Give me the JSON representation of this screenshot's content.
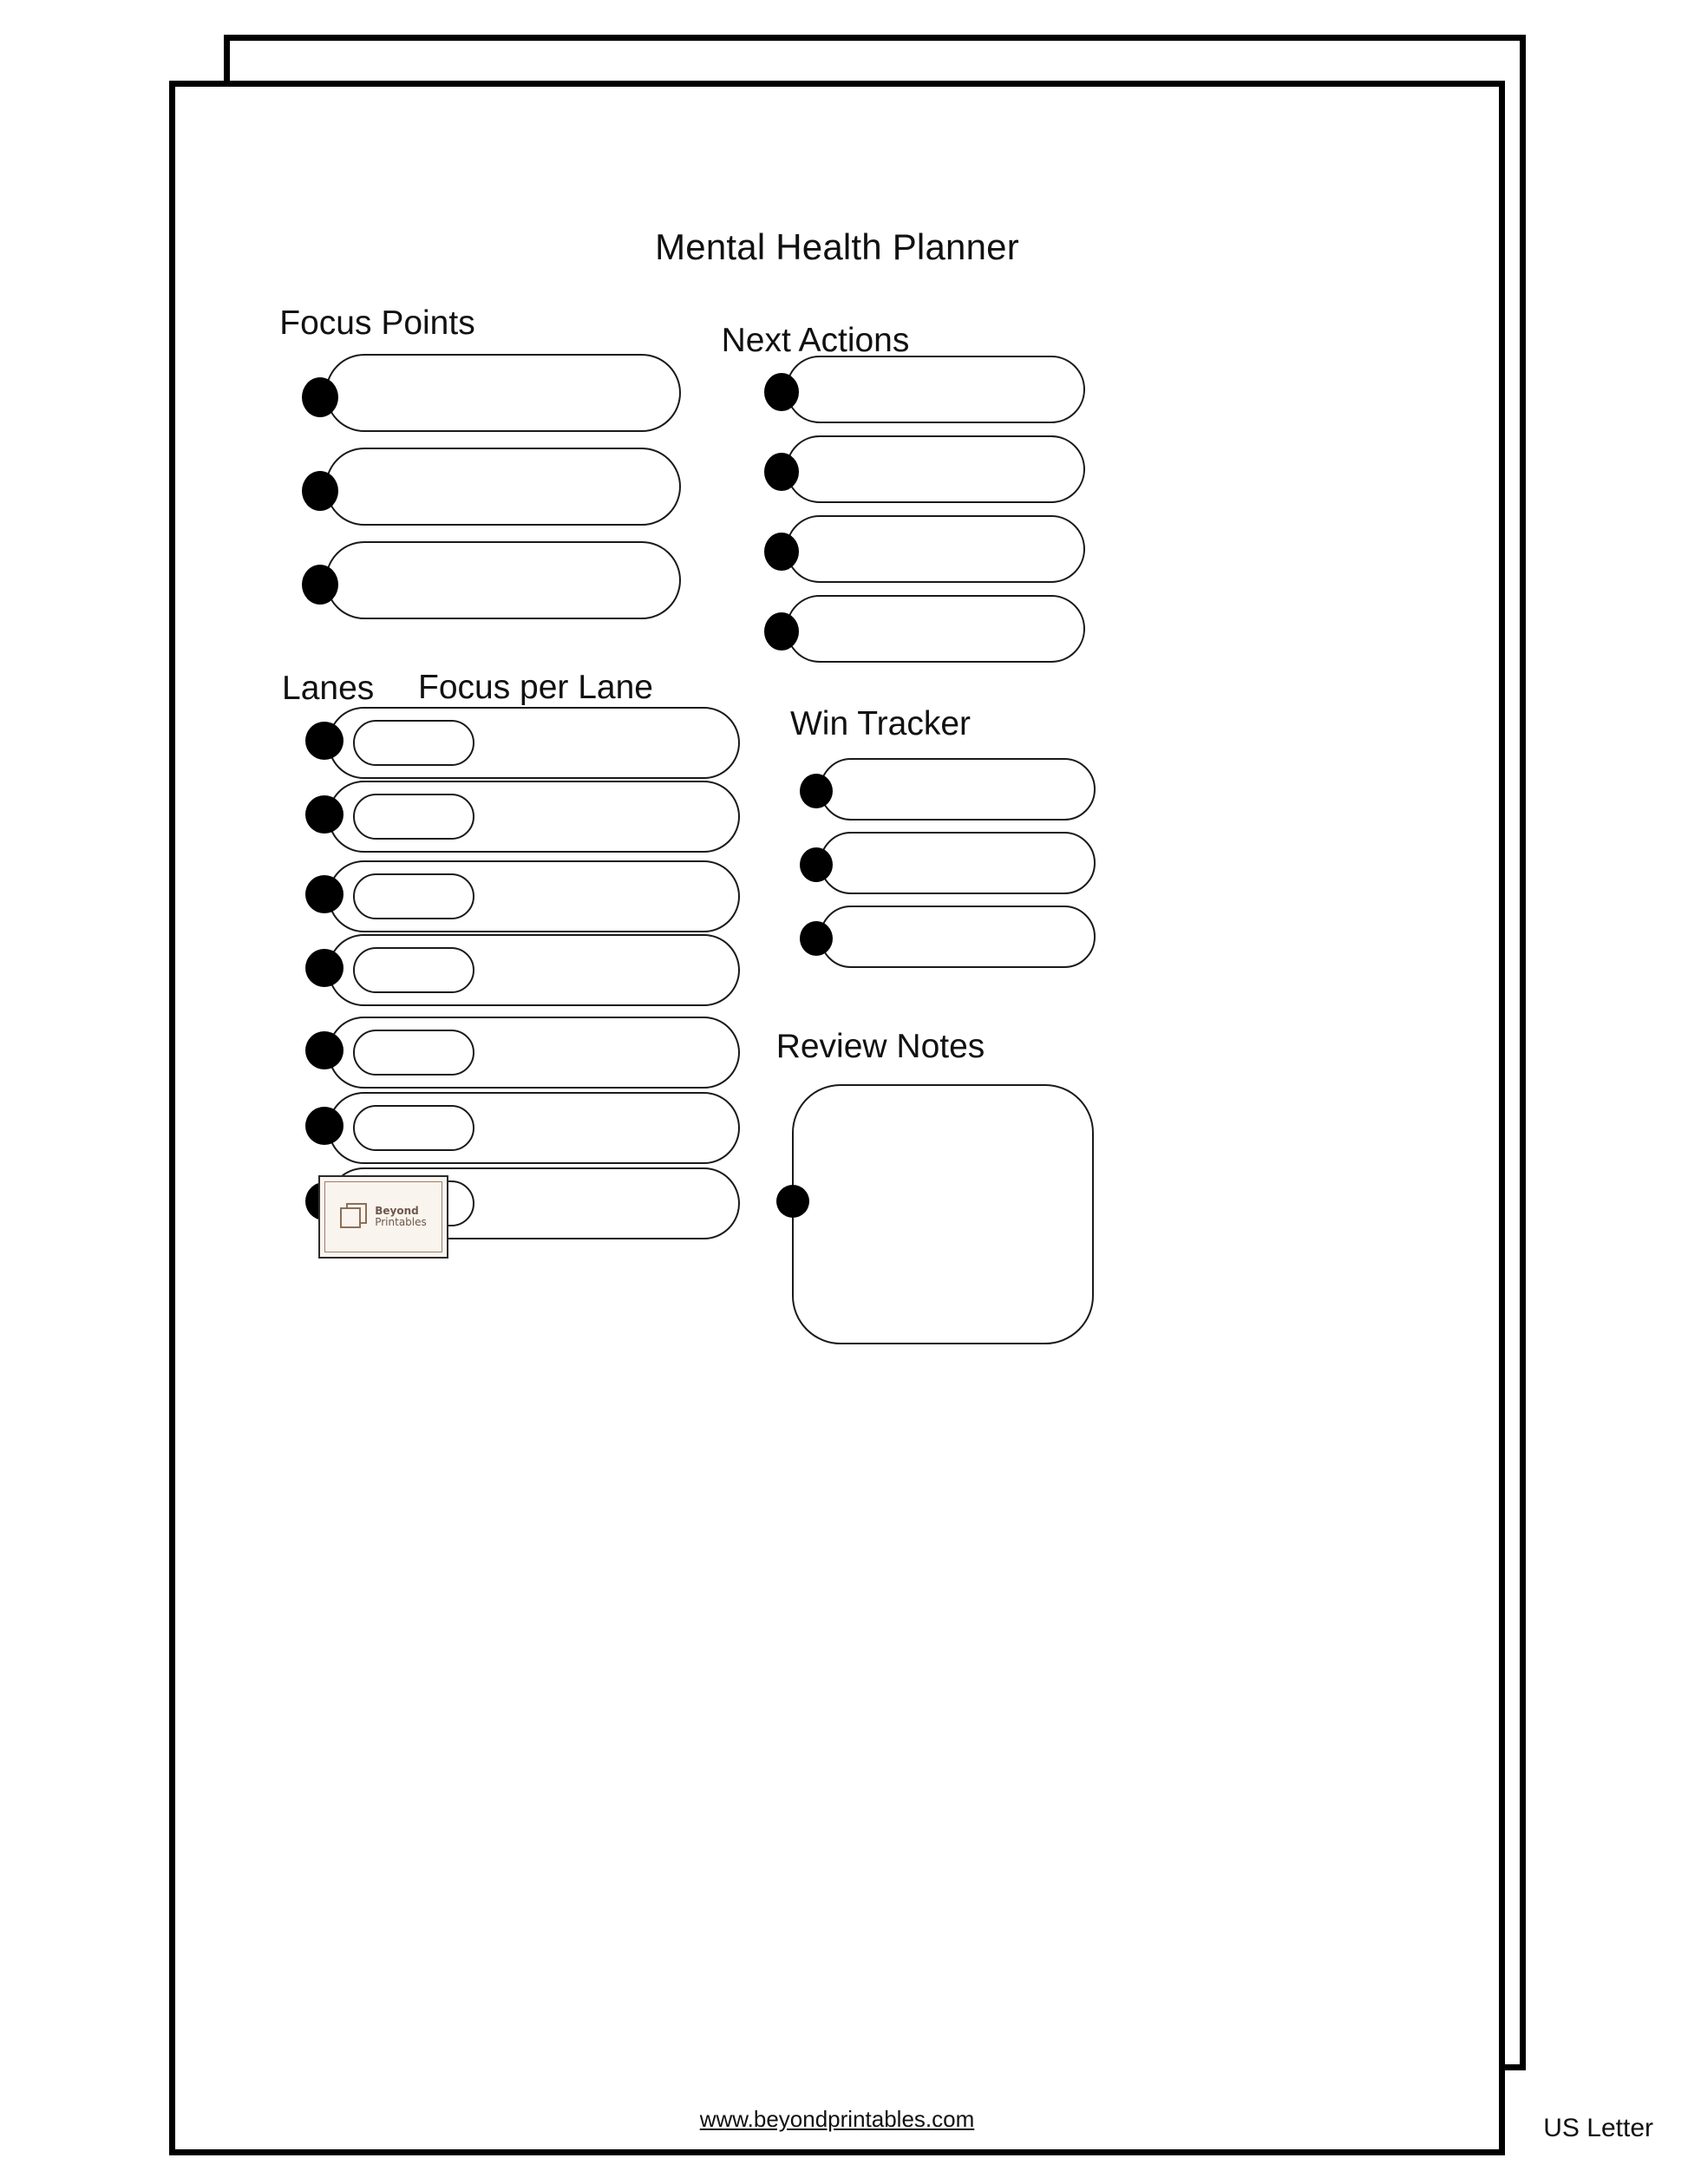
{
  "document": {
    "title": "Mental Health Planner",
    "paper_size": "US Letter",
    "website": "www.beyondprintables.com"
  },
  "brand": {
    "name_line1": "Beyond",
    "name_line2": "Printables",
    "badge_bg": "#FAF4EE",
    "badge_ink": "#6d584a",
    "badge_border": "#9c7f68",
    "logo_icon": "stacked-pages-icon"
  },
  "colors": {
    "ink": "#111111",
    "stroke": "#1a1a1a",
    "bullet": "#000000",
    "paper": "#ffffff"
  },
  "sections": {
    "focus_points": {
      "heading": "Focus Points",
      "rows": [
        {
          "value": "",
          "placeholder": ""
        },
        {
          "value": "",
          "placeholder": ""
        },
        {
          "value": "",
          "placeholder": ""
        }
      ]
    },
    "next_actions": {
      "heading": "Next Actions",
      "rows": [
        {
          "value": "",
          "placeholder": ""
        },
        {
          "value": "",
          "placeholder": ""
        },
        {
          "value": "",
          "placeholder": ""
        },
        {
          "value": "",
          "placeholder": ""
        }
      ]
    },
    "lanes": {
      "heading_lanes": "Lanes",
      "heading_focus": "Focus per Lane",
      "rows": [
        {
          "lane": "",
          "focus": ""
        },
        {
          "lane": "",
          "focus": ""
        },
        {
          "lane": "",
          "focus": ""
        },
        {
          "lane": "",
          "focus": ""
        },
        {
          "lane": "",
          "focus": ""
        },
        {
          "lane": "",
          "focus": ""
        },
        {
          "lane": "",
          "focus": ""
        }
      ]
    },
    "win_tracker": {
      "heading": "Win Tracker",
      "rows": [
        {
          "value": ""
        },
        {
          "value": ""
        },
        {
          "value": ""
        }
      ]
    },
    "review_notes": {
      "heading": "Review Notes",
      "value": ""
    }
  }
}
